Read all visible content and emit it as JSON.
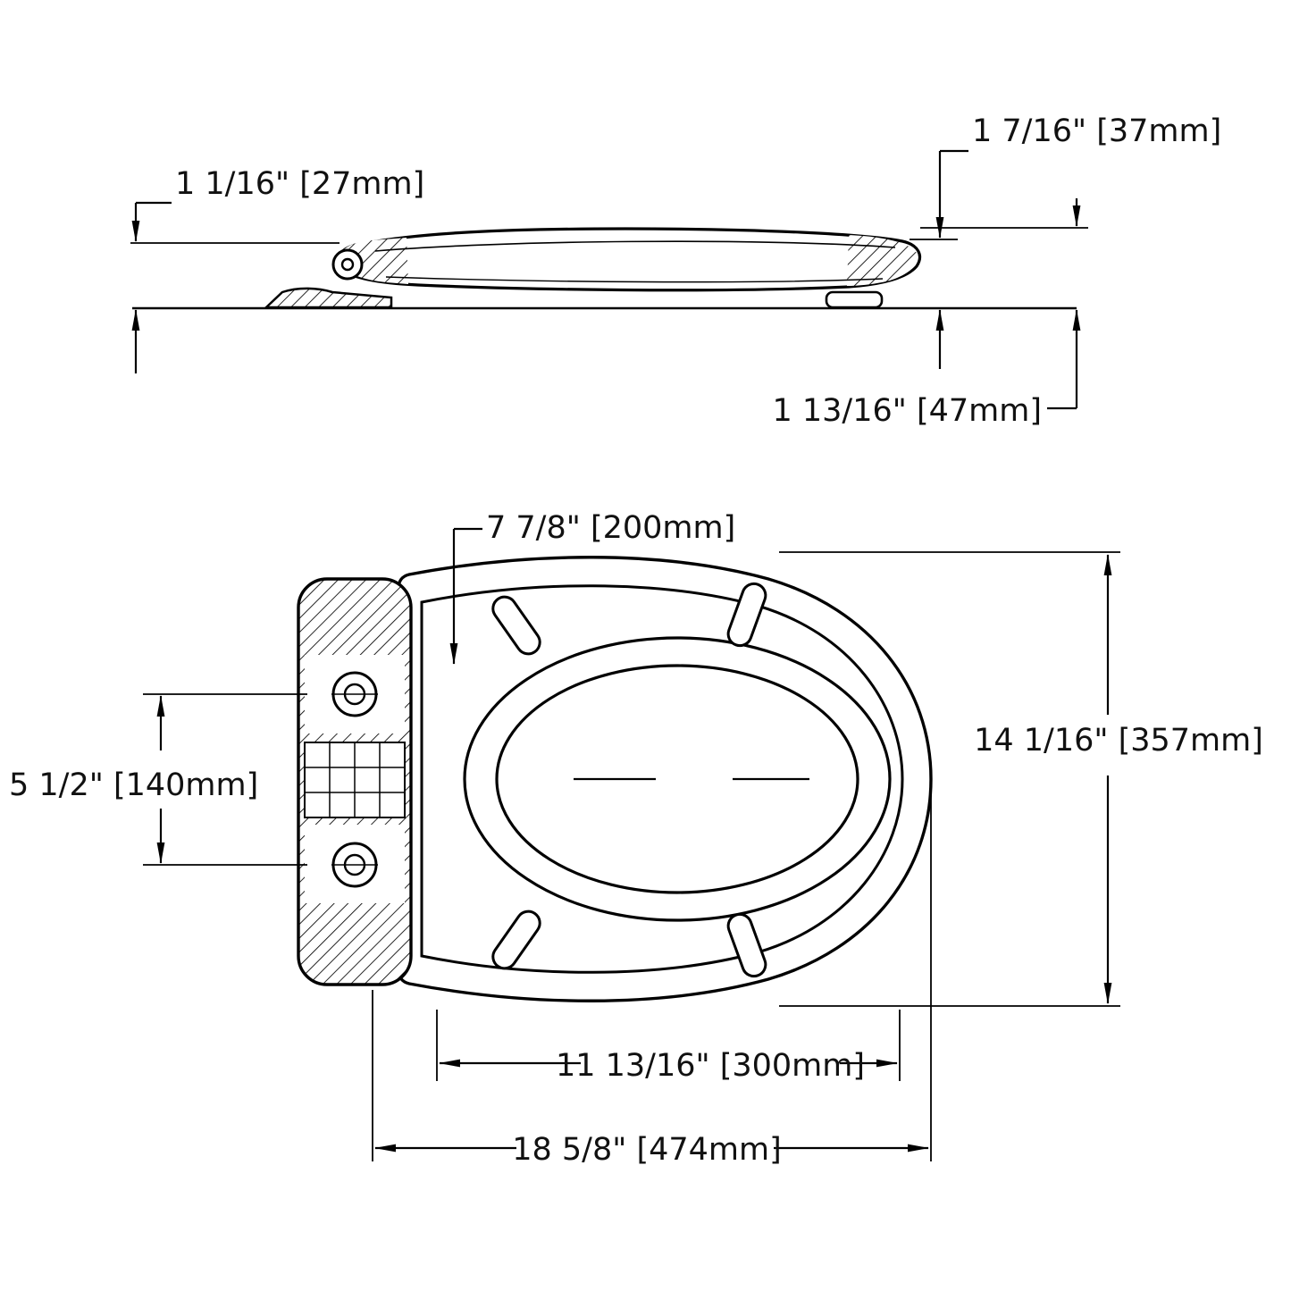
{
  "page": {
    "background": "#ffffff",
    "line_color": "#000000",
    "text_color": "#111111"
  },
  "dimensions": {
    "side": {
      "dim_27mm": "1 1/16\" [27mm]",
      "dim_37mm": "1 7/16\" [37mm]",
      "dim_47mm": "1 13/16\" [47mm]"
    },
    "top": {
      "dim_200mm": "7 7/8\" [200mm]",
      "dim_140mm": "5 1/2\" [140mm]",
      "dim_357mm": "14 1/16\" [357mm]",
      "dim_300mm": "11 13/16\" [300mm]",
      "dim_474mm": "18 5/8\" [474mm]"
    }
  }
}
